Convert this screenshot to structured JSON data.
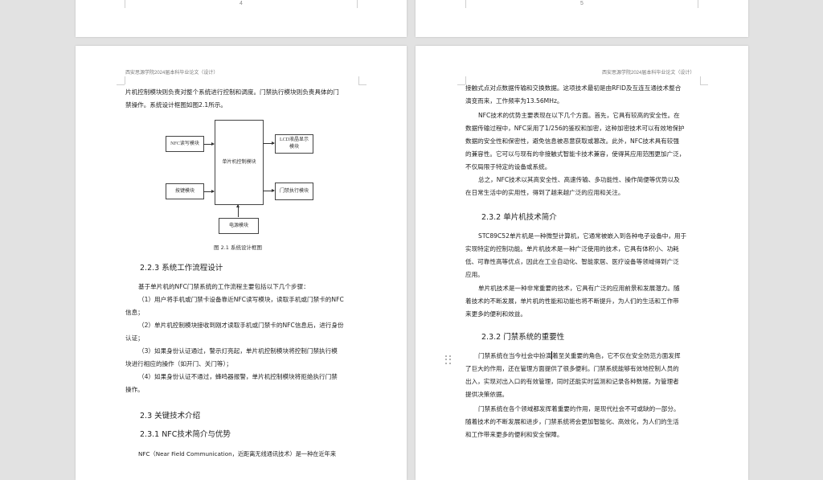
{
  "viewer": {
    "background_color": "#e2e2e2"
  },
  "pages": {
    "page4": {
      "number": "4"
    },
    "page5": {
      "number": "5"
    }
  },
  "left_page": {
    "header": "西安思源学院2024届本科毕业论文（设计）",
    "intro_lines": [
      "片机控制模块则负责对整个系统进行控制和调度。门禁执行模块则负责具体的门",
      "禁操作。系统设计框图如图2.1所示。"
    ],
    "diagram": {
      "nfc_module": "NFC读写模块",
      "key_module": "按键模块",
      "mcu_module": "单片机控制模块",
      "lcd_module_l1": "LCD液晶显示",
      "lcd_module_l2": "模块",
      "door_module": "门禁执行模块",
      "power_module": "电源模块",
      "caption": "图 2.1 系统设计框图"
    },
    "section_223": {
      "title": "2.2.3 系统工作流程设计",
      "lines": [
        "基于单片机的NFC门禁系统的工作流程主要包括以下几个步骤：",
        "（1）用户将手机或门禁卡设备靠近NFC读写模块，读取手机或门禁卡的NFC",
        "信息；",
        "（2）单片机控制模块接收到刚才读取手机或门禁卡的NFC信息后，进行身份",
        "认证；",
        "（3）如果身份认证通过，警示灯亮起，单片机控制模块将控制门禁执行模",
        "块进行相应的操作（如开门、关门等）；",
        "（4）如果身份认证不通过，蜂鸣器报警，单片机控制模块将拒绝执行门禁",
        "操作。"
      ]
    },
    "section_23": {
      "title": "2.3 关键技术介绍"
    },
    "section_231": {
      "title": "2.3.1 NFC技术简介与优势",
      "first_line": "NFC（Near Field Communication，近距离无线通讯技术）是一种在近年来"
    }
  },
  "right_page": {
    "header": "西安思源学院2024届本科毕业论文（设计）",
    "lines_top": [
      "接触式点对点数据传输和交换数据。这项技术最初是由RFID及互连互通技术整合",
      "演变而来，工作频率为13.56MHz。"
    ],
    "para_advantages": [
      "NFC技术的优势主要表现在以下几个方面。首先，它具有较高的安全性。在",
      "数据传输过程中，NFC采用了1/256的鉴权和加密，这种加密技术可以有效地保护",
      "数据的安全性和保密性，避免信息被恶意获取或篡改。此外，NFC技术具有较强",
      "的兼容性。它可以与现有的非接触式智能卡技术兼容，使得其应用范围更加广泛，",
      "不仅局限于特定的设备或系统。"
    ],
    "para_summary": [
      "总之，NFC技术以其高安全性、高速传输、多功能性、操作简便等优势以及",
      "在日常生活中的实用性，得到了越来越广泛的应用和关注。"
    ],
    "section_232a": {
      "title": "2.3.2 单片机技术简介",
      "para1": [
        "STC89C52单片机是一种微型计算机，它通常被嵌入到各种电子设备中，用于",
        "实现特定的控制功能。单片机技术是一种广泛使用的技术，它具有体积小、功耗",
        "低、可靠性高等优点，因此在工业自动化、智能家居、医疗设备等领域得到广泛",
        "应用。"
      ],
      "para2": [
        "单片机技术是一种非常重要的技术，它具有广泛的应用前景和发展潜力。随",
        "着技术的不断发展，单片机的性能和功能也将不断提升，为人们的生活和工作带",
        "来更多的便利和效益。"
      ]
    },
    "section_232b": {
      "title": "2.3.2 门禁系统的重要性",
      "para1_first_a": "门禁系统在当今社会中扮演",
      "para1_first_b": "着至关重要的角色，它不仅在安全防范方面发挥",
      "para1": [
        "了巨大的作用，还在管理方面提供了很多便利。门禁系统能够有效地控制人员的",
        "出入，实现对出入口的有效管理，同时还能实时监测和记录各种数据，为管理者",
        "提供决策依据。"
      ],
      "para2": [
        "门禁系统在各个领域都发挥着重要的作用，是现代社会不可或缺的一部分。",
        "随着技术的不断发展和进步，门禁系统将会更加智能化、高效化，为人们的生活",
        "和工作带来更多的便利和安全保障。"
      ]
    }
  }
}
